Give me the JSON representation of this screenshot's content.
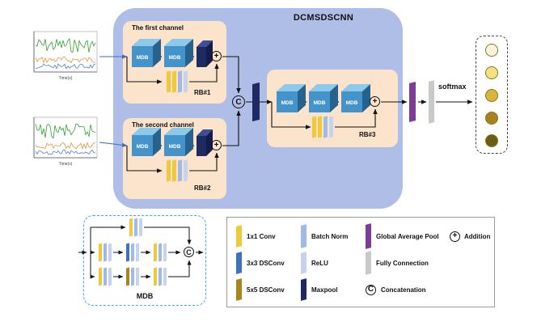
{
  "figure": {
    "title": "DCMSDSCNN",
    "channel1": {
      "label": "The first channel",
      "block_label": "RB#1"
    },
    "channel2": {
      "label": "The second channel",
      "block_label": "RB#2"
    },
    "block3_label": "RB#3",
    "mdb_label": "MDB",
    "softmax_label": "softmax",
    "mdb_detail_label": "MDB",
    "concat_symbol": "C",
    "add_symbol": "+"
  },
  "plots": {
    "xlabel": "Time(s)",
    "line_colors": [
      "#2FA12F",
      "#E8923A",
      "#4A7FD4"
    ]
  },
  "outputs": {
    "node_colors": [
      "#FBF4DC",
      "#F3E184",
      "#D9B53C",
      "#A8821E",
      "#6B5C16"
    ]
  },
  "palette": {
    "container_bg": "#AEBEE6",
    "residual_block_bg": "#FBE4CB",
    "cube_front": "#4493CB",
    "cube_top": "#8CC9EA",
    "cube_side": "#27628F"
  },
  "legend": {
    "items": [
      {
        "label": "1x1 Conv",
        "color": "#EFC83C"
      },
      {
        "label": "3x3 DSConv",
        "color": "#3D72BE"
      },
      {
        "label": "5x5 DSConv",
        "color": "#A8861E"
      },
      {
        "label": "Batch Norm",
        "color": "#9FB9E8"
      },
      {
        "label": "ReLU",
        "color": "#C5D4EA"
      },
      {
        "label": "Maxpool",
        "color": "#1F2A63"
      },
      {
        "label": "Global Average Pool",
        "color": "#7D3C98"
      },
      {
        "label": "Fully Connection",
        "color": "#C9C9C9"
      },
      {
        "label": "Addition",
        "symbol": "+"
      },
      {
        "label": "Concatenation",
        "symbol": "C"
      }
    ]
  }
}
